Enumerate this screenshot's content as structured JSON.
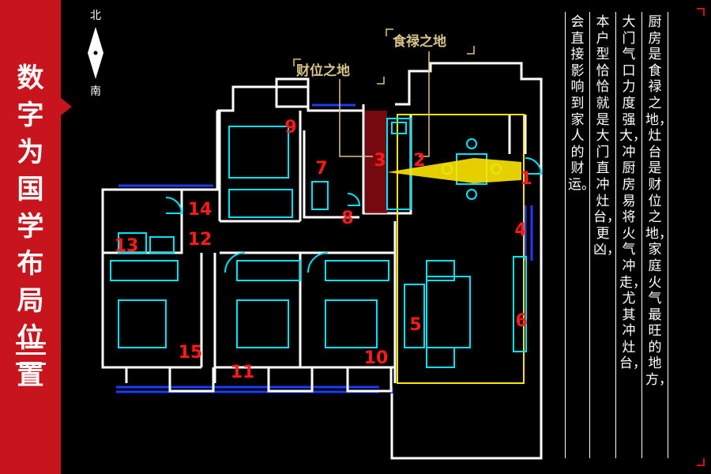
{
  "sidebar": {
    "title_chars": [
      "数",
      "字",
      "为",
      "国",
      "学",
      "布",
      "局",
      "位",
      "置"
    ]
  },
  "compass": {
    "north": "北",
    "south": "南"
  },
  "labels": {
    "wealth": "财位之地",
    "food": "食禄之地"
  },
  "room_numbers": [
    "1",
    "2",
    "3",
    "4",
    "5",
    "6",
    "7",
    "8",
    "9",
    "10",
    "11",
    "12",
    "13",
    "14",
    "15"
  ],
  "text_columns": [
    "厨房是食禄之地，灶台是财位之地，家庭火气最旺的地方，",
    "大门气口力度强大，冲厨房易将火气冲走，尤其冲灶台，",
    "本户型恰恰就是大门直冲灶台，更凶，",
    "会直接影响到家人的财运。"
  ],
  "colors": {
    "accent_red": "#c8141c",
    "wall": "#ffffff",
    "furniture": "#00e5ff",
    "window": "#1a3cff",
    "zone": "#ffe600",
    "number": "#ff1a1a",
    "label_gold": "#d8c48a"
  }
}
